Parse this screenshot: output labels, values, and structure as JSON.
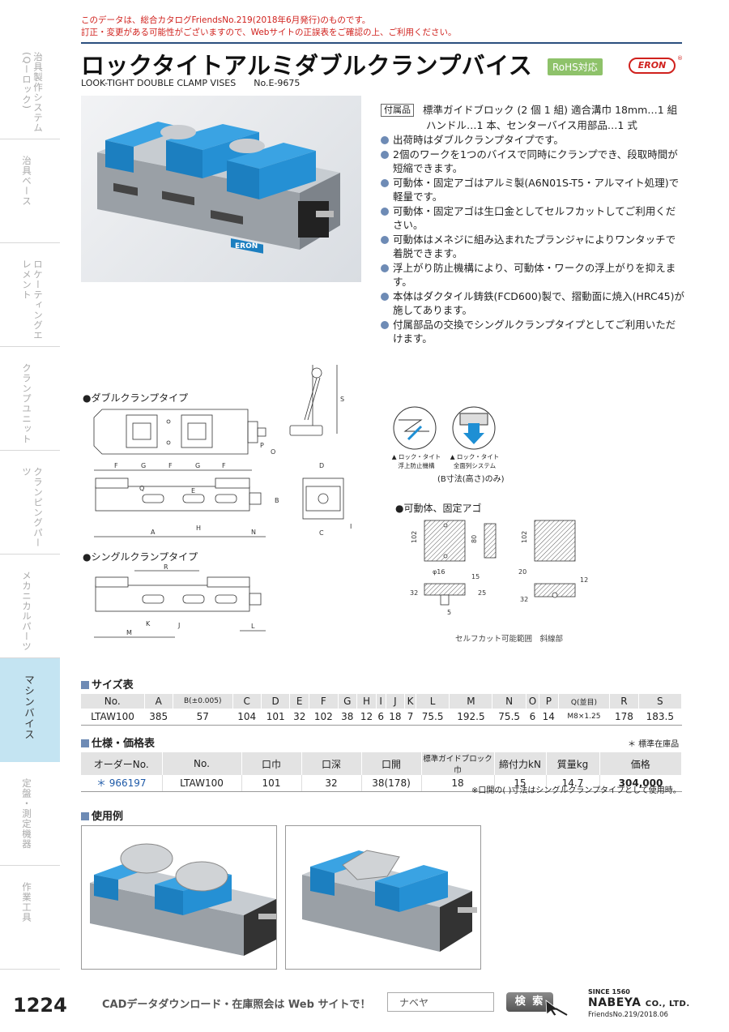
{
  "notice": {
    "line1": "このデータは、総合カタログFriendsNo.219(2018年6月発行)のものです。",
    "line2": "訂正・変更がある可能性がございますので、Webサイトの正誤表をご確認の上、ご利用ください。"
  },
  "sidebar": [
    {
      "label": "治具製作システム(Qーロック)",
      "active": false
    },
    {
      "label": "治具ベース",
      "active": false
    },
    {
      "label": "ロケーティングエレメント",
      "active": false
    },
    {
      "label": "クランプユニット",
      "active": false
    },
    {
      "label": "クランピングパーツ",
      "active": false
    },
    {
      "label": "メカニカルパーツ",
      "active": false
    },
    {
      "label": "マシンバイス",
      "active": true
    },
    {
      "label": "定盤・測定機器",
      "active": false
    },
    {
      "label": "作業工具",
      "active": false
    }
  ],
  "header": {
    "title": "ロックタイトアルミダブルクランプバイス",
    "rohs": "RoHS対応",
    "brand": "ERON",
    "subtitle": "LOOK-TIGHT DOUBLE CLAMP VISES",
    "catalog_no": "No.E-9675"
  },
  "accessories": {
    "tag": "付属品",
    "line1": "標準ガイドブロック (2 個 1 組) 適合溝巾 18mm…1 組",
    "line2": "ハンドル…1 本、センターバイス用部品…1 式"
  },
  "features": [
    "出荷時はダブルクランプタイプです。",
    "2個のワークを1つのバイスで同時にクランプでき、段取時間が短縮できます。",
    "可動体・固定アゴはアルミ製(A6N01S-T5・アルマイト処理)で軽量です。",
    "可動体・固定アゴは生口金としてセルフカットしてご利用ください。",
    "可動体はメネジに組み込まれたプランジャによりワンタッチで着脱できます。",
    "浮上がり防止機構により、可動体・ワークの浮上がりを抑えます。",
    "本体はダクタイル鋳鉄(FCD600)製で、摺動面に焼入(HRC45)が施してあります。",
    "付属部品の交換でシングルクランプタイプとしてご利用いただけます。"
  ],
  "diagrams": {
    "double_type": "●ダブルクランプタイプ",
    "single_type": "●シングルクランプタイプ",
    "jaw_title": "●可動体、固定アゴ",
    "lock_label1": "▲ ロック・タイト",
    "lock_sub1": "浮上防止機構",
    "lock_label2": "▲ ロック・タイト",
    "lock_sub2": "全面列システム",
    "b_note": "(B寸法(高さ)のみ)",
    "self_cut_note": "セルフカット可能範囲　斜線部",
    "dims": {
      "F": "F",
      "G": "G",
      "A": "A",
      "N": "N",
      "H": "H",
      "E": "E",
      "B": "B",
      "Q": "Q",
      "D": "D",
      "C": "C",
      "I": "I",
      "S": "S",
      "O": "O",
      "P": "P",
      "R": "R",
      "M": "M",
      "K": "K",
      "J": "J",
      "L": "L",
      "jaw_h": "102",
      "jaw_inner": "80",
      "jaw_hole": "φ16",
      "jaw_32": "32",
      "jaw_15": "15",
      "jaw_25": "25",
      "jaw_5": "5",
      "jaw_20": "20",
      "jaw_12": "12",
      "jaw_h2": "102",
      "jaw_32b": "32"
    }
  },
  "size_table": {
    "heading": "サイズ表",
    "headers": [
      "No.",
      "A",
      "B(±0.005)",
      "C",
      "D",
      "E",
      "F",
      "G",
      "H",
      "I",
      "J",
      "K",
      "L",
      "M",
      "N",
      "O",
      "P",
      "Q(並目)",
      "R",
      "S"
    ],
    "row": [
      "LTAW100",
      "385",
      "57",
      "104",
      "101",
      "32",
      "102",
      "38",
      "12",
      "6",
      "18",
      "7",
      "75.5",
      "192.5",
      "75.5",
      "6",
      "14",
      "M8×1.25",
      "178",
      "183.5"
    ]
  },
  "spec_table": {
    "heading": "仕様・価格表",
    "stock_note": "＊ 標準在庫品",
    "headers": [
      "オーダーNo.",
      "No.",
      "口巾",
      "口深",
      "口開",
      "標準ガイドブロック巾",
      "締付力kN",
      "質量kg",
      "価格"
    ],
    "row": [
      "＊ 966197",
      "LTAW100",
      "101",
      "32",
      "38(178)",
      "18",
      "15",
      "14.7",
      "304,000"
    ],
    "note": "※口開の( )寸法はシングルクランプタイプとして使用時。"
  },
  "usage": {
    "heading": "使用例"
  },
  "footer": {
    "page_no": "1224",
    "cad_text": "CADデータダウンロード・在庫照会は Web サイトで！",
    "search_value": "ナベヤ",
    "search_btn": "検 索",
    "since": "SINCE 1560",
    "company": "NABEYA",
    "company_suffix": "CO., LTD.",
    "friends": "FriendsNo.219/2018.06"
  },
  "colors": {
    "vise_blue": "#1e8fd4",
    "accent_blue": "#6e8bb5",
    "notice_red": "#d0211d",
    "rohs_green": "#8ec26a",
    "active_tab": "#c4e4f2"
  }
}
